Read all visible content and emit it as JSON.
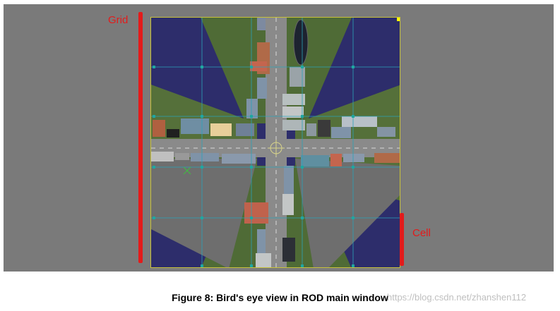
{
  "annotations": {
    "grid_label": "Grid",
    "cell_label": "Cell"
  },
  "caption": "Figure 8: Bird's eye view in ROD main window",
  "watermark": "https://blog.csdn.net/zhanshen112",
  "colors": {
    "annotation": "#e31b1b",
    "viewport_bg": "#7a7a7a",
    "map_water": "#2d2d6b",
    "grass": "#4f6b36",
    "asphalt": "#8a8a8a",
    "grid_line": "#2aa3b8",
    "selection_border": "#c8c23a"
  }
}
